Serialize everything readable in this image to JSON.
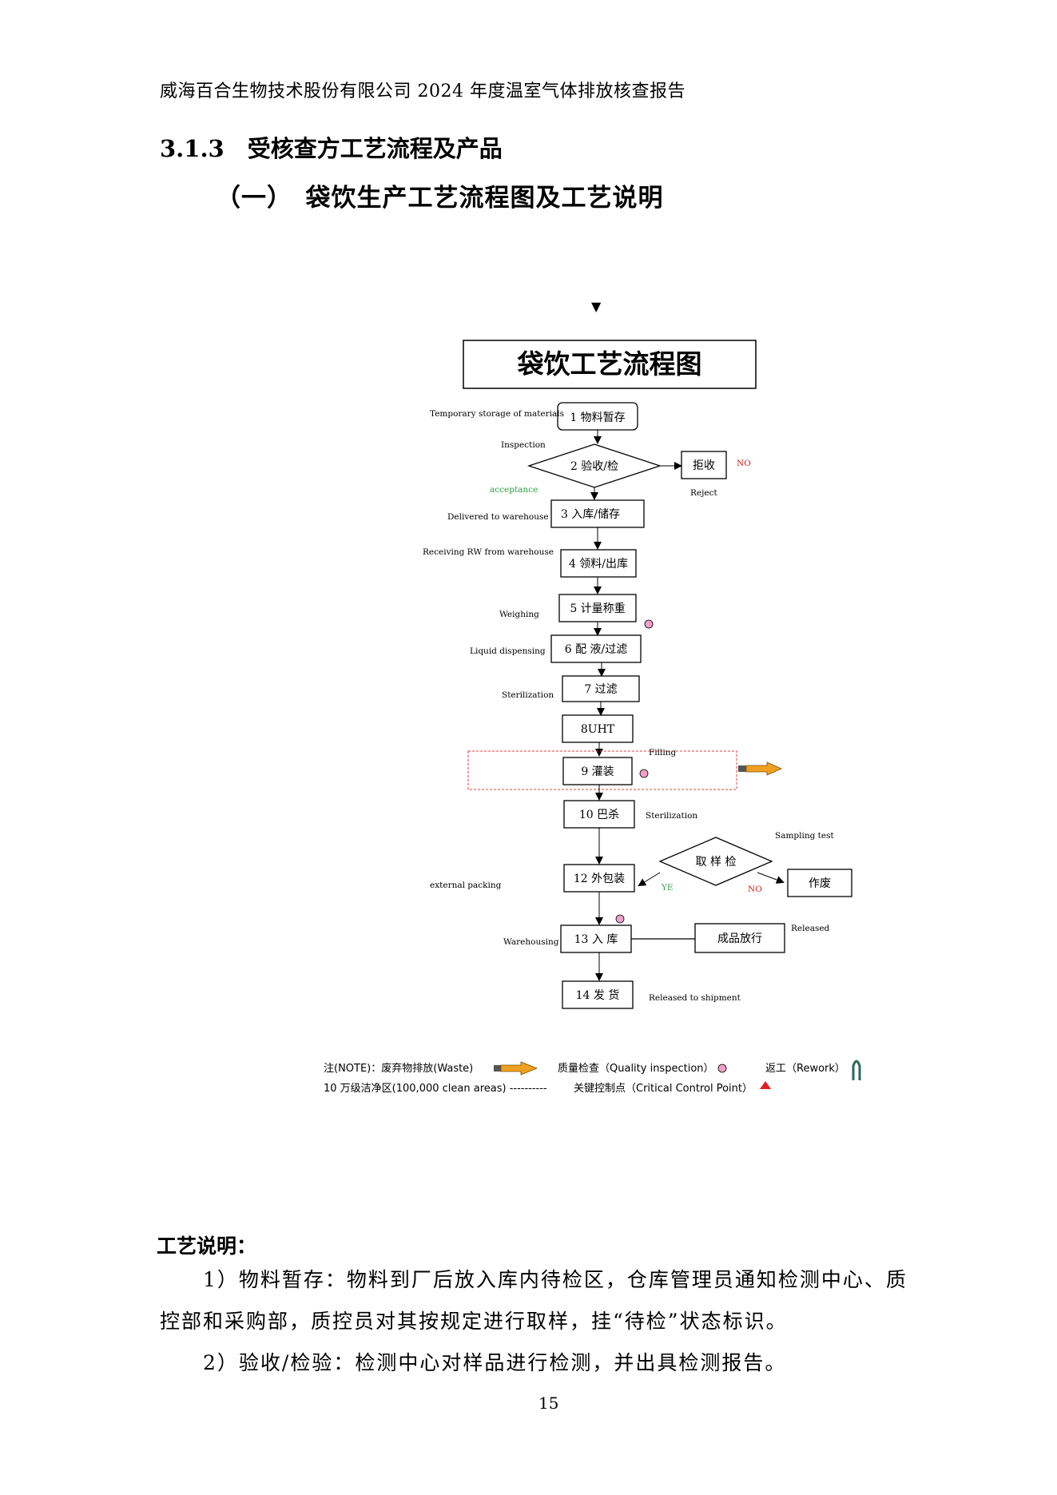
{
  "header": {
    "text": "威海百合生物技术股份有限公司 2024 年度温室气体排放核查报告"
  },
  "section": {
    "text": "3.1.3　受核查方工艺流程及产品"
  },
  "subsection": {
    "text": "（一）　袋饮生产工艺流程图及工艺说明"
  },
  "marker": "▼",
  "flowchart": {
    "title": "袋饮工艺流程图",
    "steps": [
      {
        "label": "1 物料暂存",
        "annotation": "Temporary storage of materials"
      },
      {
        "label": "2 验收/检",
        "annotation": "Inspection"
      },
      {
        "label": "3 入库/储存",
        "annotation": "Delivered to warehouse"
      },
      {
        "label": "4 领料/出库",
        "annotation": "Receiving RW from warehouse"
      },
      {
        "label": "5 计量称重",
        "annotation": "Weighing"
      },
      {
        "label": "6 配  液/过滤",
        "annotation": "Liquid dispensing"
      },
      {
        "label": "7 过滤",
        "annotation": "Sterilization"
      },
      {
        "label": "8UHT",
        "annotation": ""
      },
      {
        "label": "9 灌装",
        "annotation": "Filling"
      },
      {
        "label": "10 巴杀",
        "annotation": "Sterilization"
      },
      {
        "label": "12 外包装",
        "annotation": "external packing"
      },
      {
        "label": "13 入  库",
        "annotation": "Warehousing"
      },
      {
        "label": "14 发  货",
        "annotation": "Released to shipment"
      }
    ],
    "reject": {
      "label": "拒收",
      "no": "NO",
      "annotation": "Reject"
    },
    "acceptance": "acceptance",
    "sampling": {
      "label": "取 样 检",
      "annotation": "Sampling test",
      "yes": "YE",
      "no": "NO"
    },
    "scrap": "作废",
    "release": {
      "label": "成品放行",
      "annotation": "Released"
    }
  },
  "legend": {
    "waste": "注(NOTE)：废弃物排放(Waste)",
    "quality": "质量检查（Quality inspection）",
    "rework": "返工（Rework）",
    "clean": "10 万级洁净区(100,000 clean areas) ----------",
    "ccp": "关键控制点（Critical Control Point）"
  },
  "colors": {
    "quality_dot": "#f0a0c8",
    "waste_arrow": "#f0a020",
    "ccp": "#e02020",
    "clean_area": "#e04040",
    "green": "#2e9e3e",
    "red": "#d02020",
    "rework": "#2a6a5a"
  },
  "body": {
    "heading": "工艺说明：",
    "p1_line1": "1）物料暂存：物料到厂后放入库内待检区，仓库管理员通知检测中心、质",
    "p1_line2": "控部和采购部，质控员对其按规定进行取样，挂“待检”状态标识。",
    "p2": "2）验收/检验：检测中心对样品进行检测，并出具检测报告。"
  },
  "page_number": "15"
}
